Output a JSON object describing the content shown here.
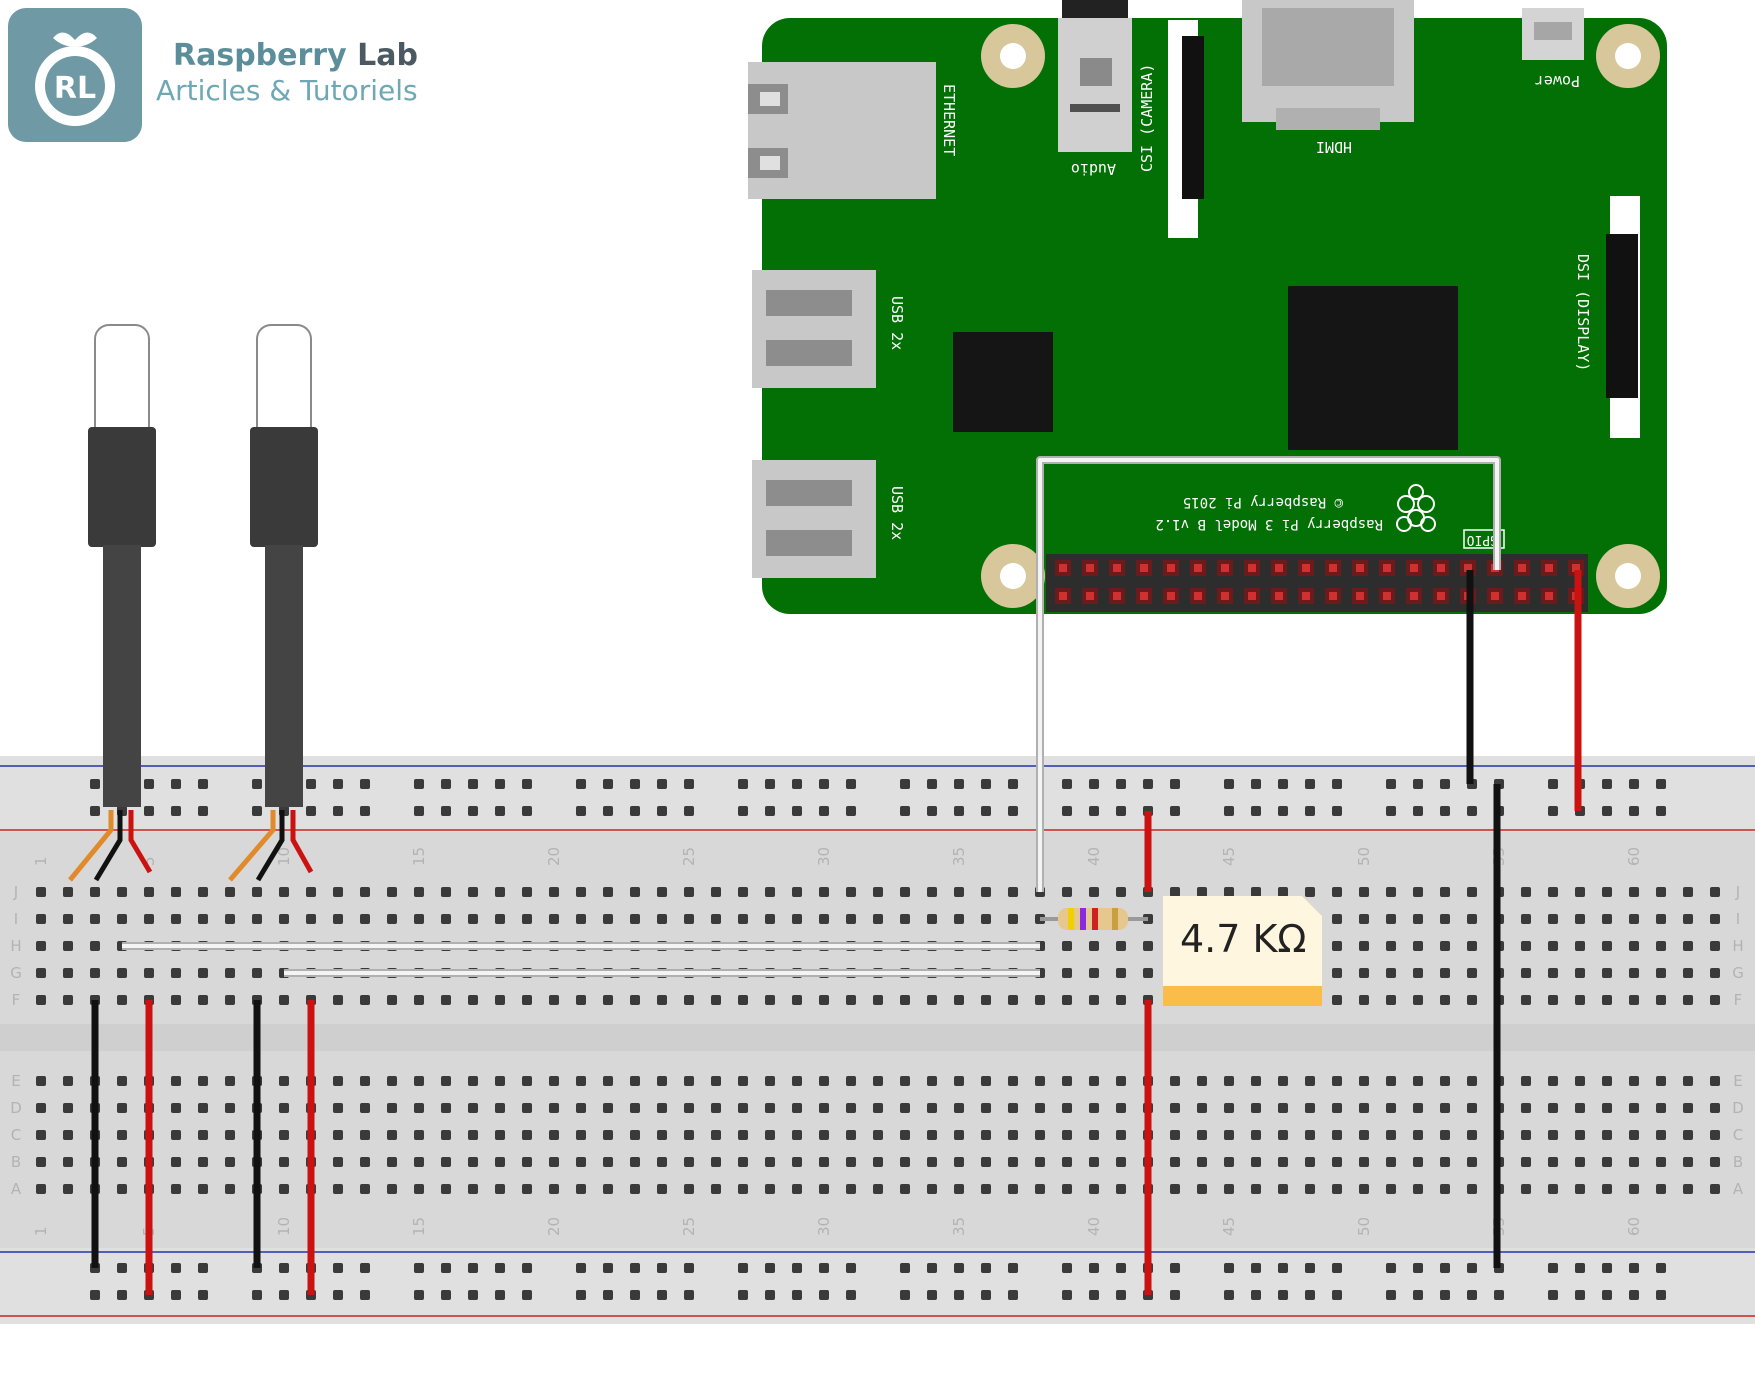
{
  "brand": {
    "logo_initials": "RL",
    "title_part1": "Raspberry",
    "title_part2": " Lab",
    "subtitle": "Articles & Tutoriels"
  },
  "pi": {
    "labels": {
      "ethernet": "ETHERNET",
      "audio": "Audio",
      "csi": "CSI (CAMERA)",
      "hdmi": "HDMI",
      "power": "Power",
      "dsi": "DSI (DISPLAY)",
      "usb1": "USB 2x",
      "usb2": "USB 2x",
      "model": "Raspberry Pi 3 Model B v1.2",
      "copyright": "© Raspberry Pi 2015",
      "gpio": "GPIO"
    }
  },
  "breadboard": {
    "rows_top": [
      "J",
      "I",
      "H",
      "G",
      "F"
    ],
    "rows_bottom": [
      "E",
      "D",
      "C",
      "B",
      "A"
    ],
    "column_numbers": [
      "1",
      "5",
      "10",
      "15",
      "20",
      "25",
      "30",
      "35",
      "40",
      "45",
      "50",
      "55",
      "60"
    ]
  },
  "resistor_note": {
    "text": "4.7 KΩ"
  },
  "colors": {
    "pi_green": "#037005",
    "wire_red": "#cc1111",
    "wire_black": "#1a1a1a",
    "wire_white": "#e8e8e8",
    "note_yellow": "#fbbd4a"
  },
  "icons": {
    "logo": "raspberry-logo-icon"
  }
}
